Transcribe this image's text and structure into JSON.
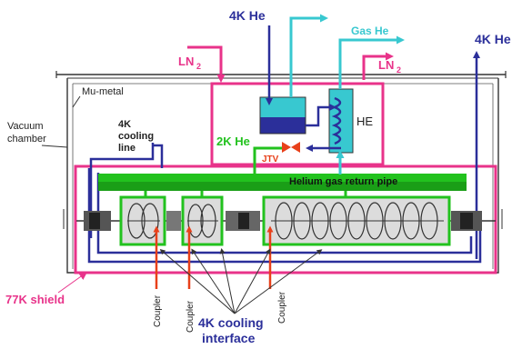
{
  "labels": {
    "he4_top": "4K He",
    "he4_right": "4K He",
    "gas_he": "Gas He",
    "ln2_left": "LN",
    "ln2_right": "LN",
    "ln2_sub": "2",
    "mu_metal": "Mu-metal",
    "vacuum_line1": "Vacuum",
    "vacuum_line2": "chamber",
    "cooling_line1": "4K",
    "cooling_line2": "cooling",
    "cooling_line3": "line",
    "he_exchanger": "HE",
    "he2": "2K He",
    "jtv": "JTV",
    "return_pipe": "Helium gas return pipe",
    "shield_77k": "77K shield",
    "coupler": "Coupler",
    "interface_line1": "4K cooling",
    "interface_line2": "interface"
  },
  "colors": {
    "blue": "#2b2f9a",
    "pink": "#e8338a",
    "cyan": "#38c8d0",
    "green": "#22c21e",
    "red": "#e8401a",
    "dark": "#222222"
  }
}
